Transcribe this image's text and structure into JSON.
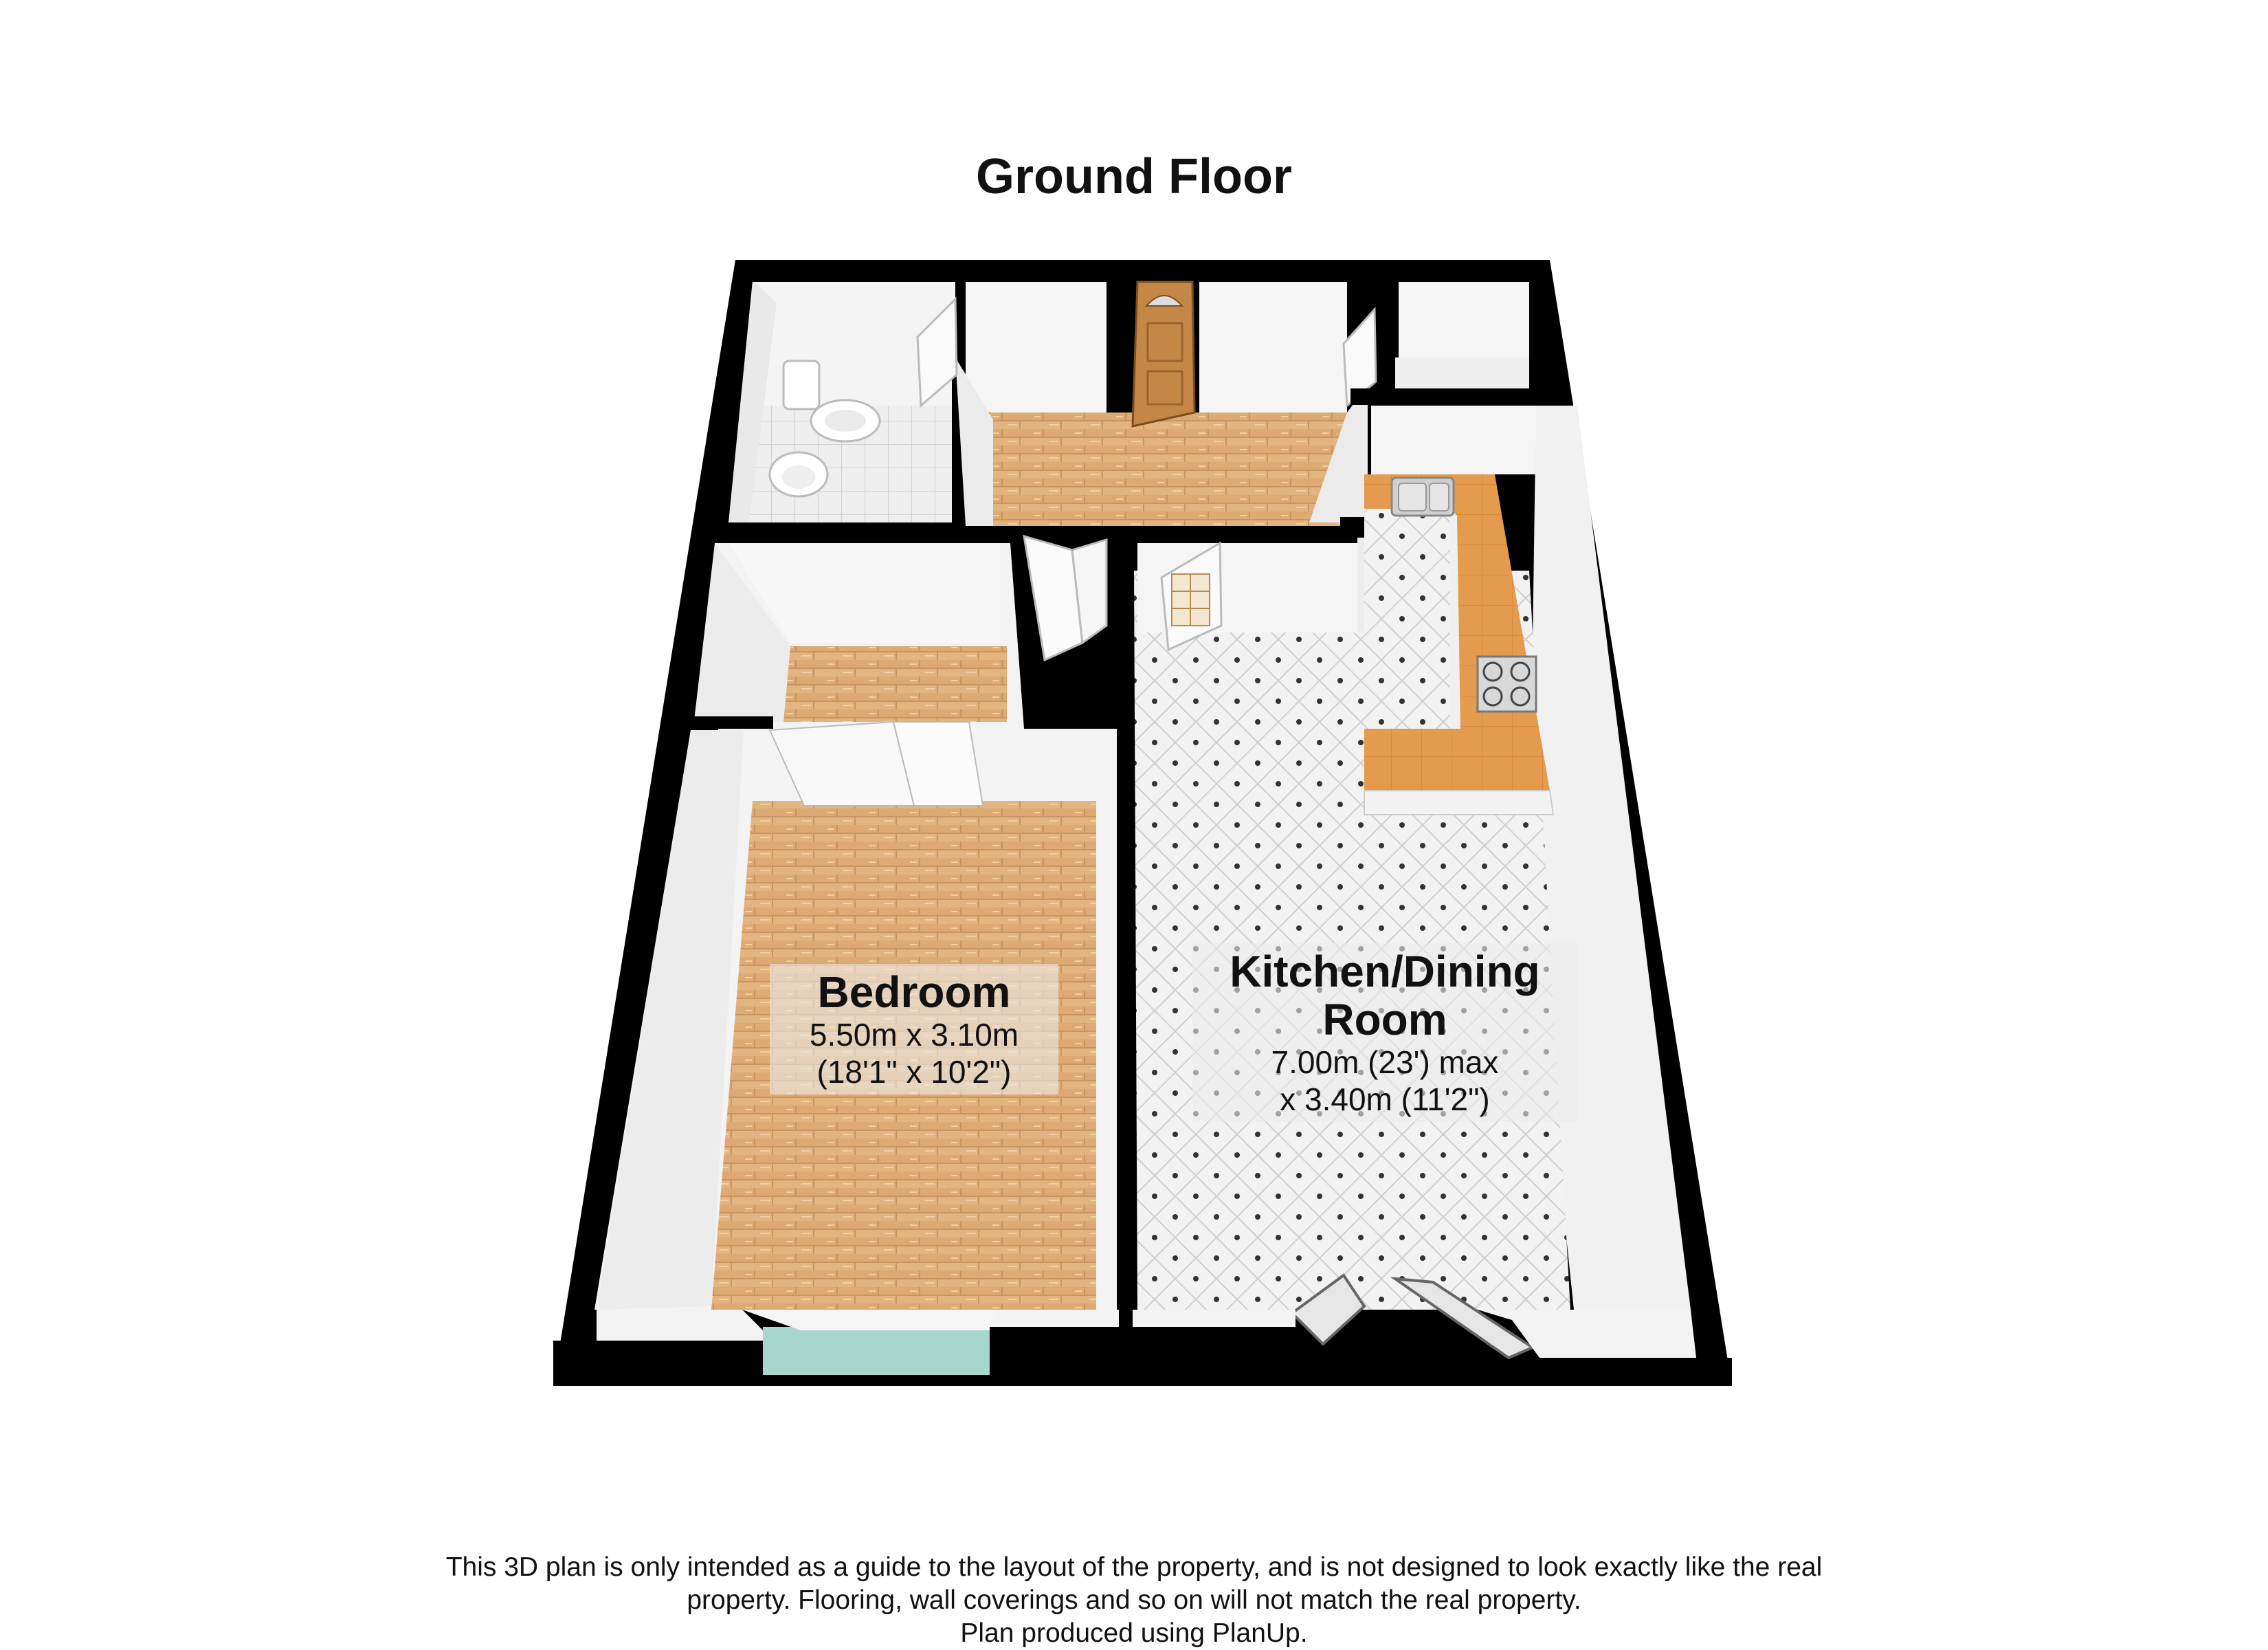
{
  "title": "Ground Floor",
  "rooms": {
    "bedroom": {
      "name": "Bedroom",
      "dim1": "5.50m x 3.10m",
      "dim2": "(18'1\" x 10'2\")"
    },
    "kitchen": {
      "name_line1": "Kitchen/Dining",
      "name_line2": "Room",
      "dim1": "7.00m (23') max",
      "dim2": "x 3.40m (11'2\")"
    }
  },
  "disclaimer": {
    "line1": "This 3D plan is only intended as a guide to the layout of the property, and is not designed to look exactly like the real",
    "line2": "property. Flooring, wall coverings and so on will not match the real property.",
    "line3": "Plan produced using PlanUp."
  },
  "colors": {
    "wall": "#000000",
    "wall_face": "#f3f3f3",
    "wood_floor": "#e0b07a",
    "tile_floor": "#f1f1f1",
    "counter": "#e39a4c"
  }
}
